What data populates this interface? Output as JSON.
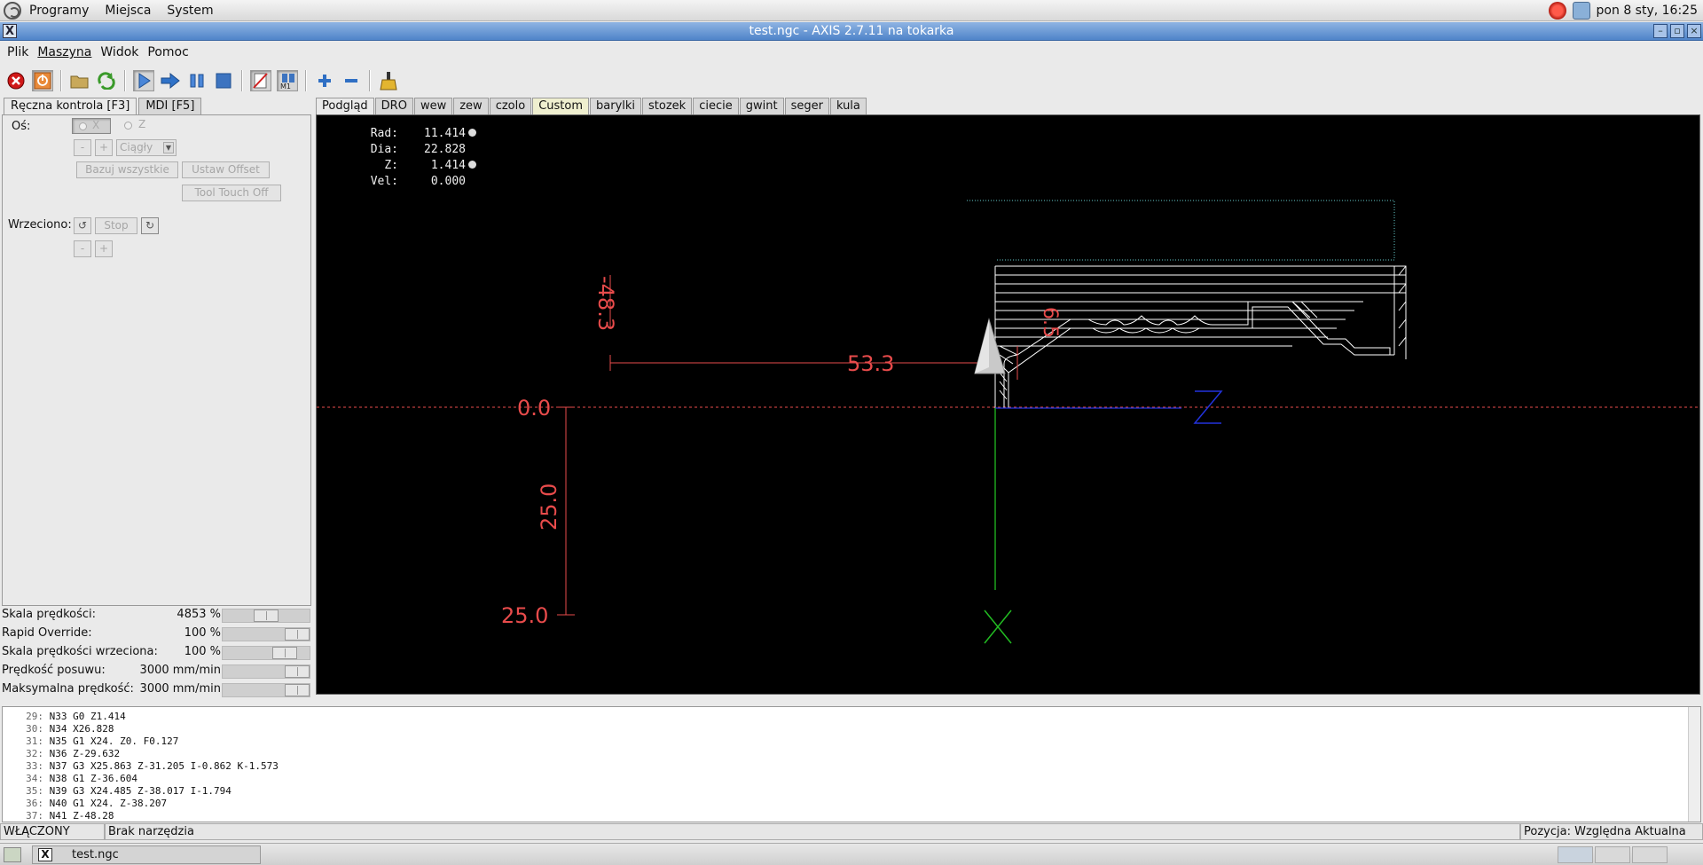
{
  "top_panel": {
    "menus": [
      "Programy",
      "Miejsca",
      "System"
    ],
    "clock": "pon  8 sty, 16:25"
  },
  "window": {
    "title": "test.ngc - AXIS 2.7.11 na tokarka"
  },
  "menubar": [
    "Plik",
    "Maszyna",
    "Widok",
    "Pomoc"
  ],
  "toolbar": {
    "icons": [
      "estop-icon",
      "power-icon",
      "open-icon",
      "reload-icon",
      "run-icon",
      "step-icon",
      "pause-icon",
      "stop-icon",
      "blockdelete-icon",
      "optional-stop-icon",
      "zoom-in-icon",
      "zoom-out-icon",
      "clear-plot-icon"
    ]
  },
  "left_tabs": [
    "Ręczna kontrola [F3]",
    "MDI [F5]"
  ],
  "manual": {
    "axis_label": "Oś:",
    "axis_x": "X",
    "axis_z": "Z",
    "jog_minus": "-",
    "jog_plus": "+",
    "jog_mode": "Ciągły",
    "home_all": "Bazuj wszystkie",
    "touch_off": "Ustaw Offset",
    "tool_touch_off": "Tool Touch Off",
    "spindle_label": "Wrzeciono:",
    "spindle_stop": "Stop",
    "spindle_minus": "-",
    "spindle_plus": "+"
  },
  "sliders": [
    {
      "name": "Skala prędkości:",
      "value": "4853 %",
      "position": 0.5
    },
    {
      "name": "Rapid Override:",
      "value": "100 %",
      "position": 1.0
    },
    {
      "name": "Skala prędkości wrzeciona:",
      "value": "100 %",
      "position": 0.8
    },
    {
      "name": "Prędkość posuwu:",
      "value": "3000 mm/min",
      "position": 1.0
    },
    {
      "name": "Maksymalna prędkość:",
      "value": "3000 mm/min",
      "position": 1.0
    }
  ],
  "preview_tabs": [
    "Podgląd",
    "DRO",
    "wew",
    "zew",
    "czolo",
    "Custom",
    "barylki",
    "stozek",
    "ciecie",
    "gwint",
    "seger",
    "kula"
  ],
  "dro": [
    {
      "label": "Rad:",
      "value": "11.414",
      "homed": true
    },
    {
      "label": "Dia:",
      "value": "22.828",
      "homed": false
    },
    {
      "label": "Z:",
      "value": "1.414",
      "homed": true
    },
    {
      "label": "Vel:",
      "value": "0.000",
      "homed": false
    }
  ],
  "plot": {
    "dim_horizontal": "53.3",
    "dim_vertical_top": "-48.3",
    "dim_zero": "0.0",
    "dim_mid": "25.0",
    "dim_bottom": "25.0",
    "dim_small": "6.5",
    "axis_z": "Z",
    "axis_x": "X",
    "colors": {
      "dimension": "#e84b4b",
      "toolpath": "#ffffff",
      "rapid": "#6cc",
      "axis_z": "#2233dd",
      "axis_x": "#22bb22"
    }
  },
  "gcode": [
    {
      "n": "29:",
      "code": "N33 G0 Z1.414"
    },
    {
      "n": "30:",
      "code": "N34 X26.828"
    },
    {
      "n": "31:",
      "code": "N35 G1 X24. Z0. F0.127"
    },
    {
      "n": "32:",
      "code": "N36 Z-29.632"
    },
    {
      "n": "33:",
      "code": "N37 G3 X25.863 Z-31.205 I-0.862 K-1.573"
    },
    {
      "n": "34:",
      "code": "N38 G1 Z-36.604"
    },
    {
      "n": "35:",
      "code": "N39 G3 X24.485 Z-38.017 I-1.794"
    },
    {
      "n": "36:",
      "code": "N40 G1 X24. Z-38.207"
    },
    {
      "n": "37:",
      "code": "N41 Z-48.28"
    }
  ],
  "status": {
    "state": "WŁĄCZONY",
    "tool": "Brak narzędzia",
    "position": "Pozycja: Względna Aktualna"
  },
  "taskbar": {
    "task": "test.ngc"
  }
}
